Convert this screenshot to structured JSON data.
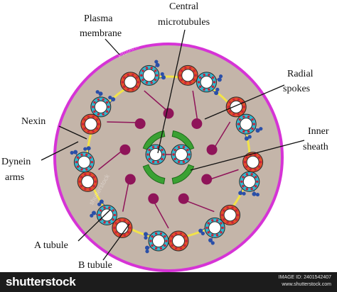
{
  "labels": {
    "plasma_membrane_line1": "Plasma",
    "plasma_membrane_line2": "membrane",
    "central_microtubules_line1": "Central",
    "central_microtubules_line2": "microtubules",
    "radial_spokes_line1": "Radial",
    "radial_spokes_line2": "spokes",
    "nexin": "Nexin",
    "inner_sheath_line1": "Inner",
    "inner_sheath_line2": "sheath",
    "dynein_arms_line1": "Dynein",
    "dynein_arms_line2": "arms",
    "a_tubule": "A tubule",
    "b_tubule": "B tubule"
  },
  "watermarks": {
    "author": "ProfArtdesigner",
    "site": "shutterstock"
  },
  "footer": {
    "brand": "shutterstock",
    "image_id": "IMAGE ID: 2401542407",
    "site": "www.shutterstock.com"
  },
  "colors": {
    "membrane": "#d633d6",
    "cytoplasm": "#c4b5a9",
    "a_tubule_ring": "#34b7cf",
    "b_tubule_ring": "#e2502d",
    "tubule_dots": "#c8233a",
    "dynein": "#2a4fa8",
    "nexin_link": "#f2e34a",
    "radial_spoke": "#8f1459",
    "inner_sheath": "#3aa133"
  }
}
